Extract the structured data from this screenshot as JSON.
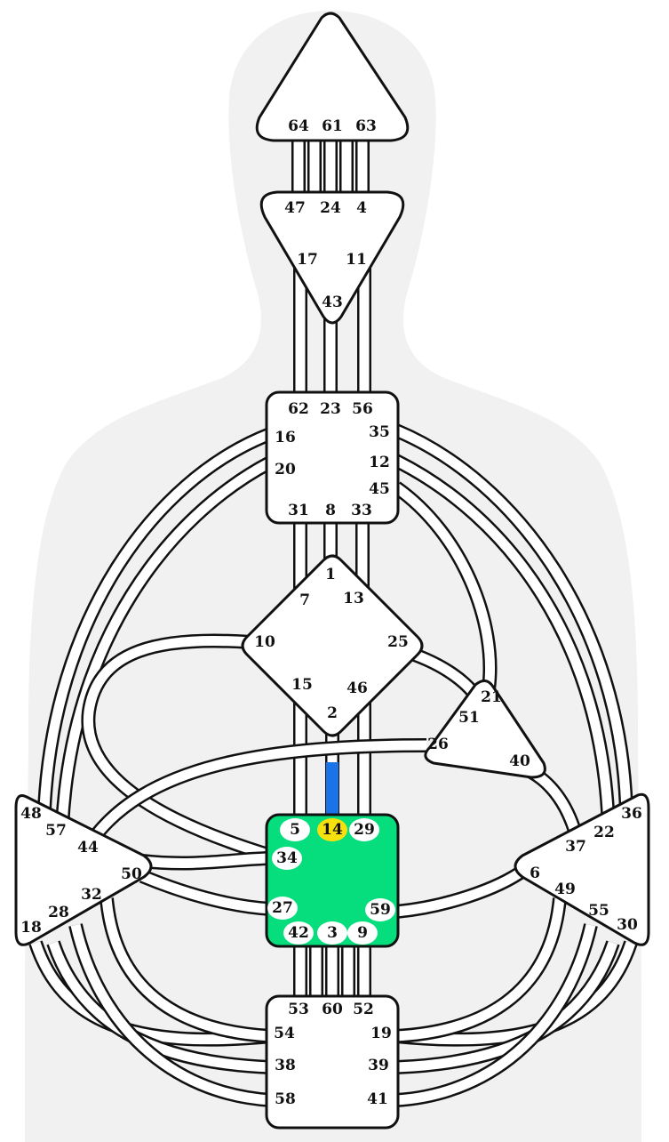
{
  "colors": {
    "background_silhouette": "#f1f1f1",
    "center_undefined": "#ffffff",
    "center_defined": "#06de7d",
    "activated_gate_design": "#1a74e8",
    "highlighted_gate": "#f6e10f",
    "outline": "#111111"
  },
  "centers": {
    "head": {
      "name_icon": "triangle-up",
      "defined": false,
      "gates": [
        "64",
        "61",
        "63"
      ]
    },
    "ajna": {
      "name_icon": "triangle-down",
      "defined": false,
      "gates": [
        "47",
        "24",
        "4",
        "17",
        "11",
        "43"
      ]
    },
    "throat": {
      "name_icon": "square",
      "defined": false,
      "gates": [
        "62",
        "23",
        "56",
        "16",
        "35",
        "20",
        "12",
        "45",
        "31",
        "8",
        "33"
      ]
    },
    "g": {
      "name_icon": "diamond",
      "defined": false,
      "gates": [
        "1",
        "7",
        "13",
        "10",
        "25",
        "15",
        "46",
        "2"
      ]
    },
    "ego": {
      "name_icon": "small-triangle",
      "defined": false,
      "gates": [
        "21",
        "51",
        "26",
        "40"
      ]
    },
    "sacral": {
      "name_icon": "rounded-square",
      "defined": true,
      "gates": [
        "5",
        "14",
        "29",
        "34",
        "27",
        "59",
        "42",
        "3",
        "9"
      ]
    },
    "spleen": {
      "name_icon": "triangle-right",
      "defined": false,
      "gates": [
        "48",
        "57",
        "44",
        "50",
        "32",
        "28",
        "18"
      ]
    },
    "solar_plexus": {
      "name_icon": "triangle-left",
      "defined": false,
      "gates": [
        "36",
        "22",
        "37",
        "6",
        "49",
        "55",
        "30"
      ]
    },
    "root": {
      "name_icon": "square",
      "defined": false,
      "gates": [
        "53",
        "60",
        "52",
        "54",
        "19",
        "38",
        "39",
        "58",
        "41"
      ]
    }
  },
  "sacral_gate_bubbles": [
    "5",
    "14",
    "29",
    "34",
    "27",
    "59",
    "42",
    "3",
    "9"
  ],
  "highlighted_gate": "14",
  "activated_channel_segments": [
    {
      "from_gate": "2",
      "to_gate": "14",
      "fill_fraction": 0.42,
      "color": "#1a74e8"
    }
  ]
}
